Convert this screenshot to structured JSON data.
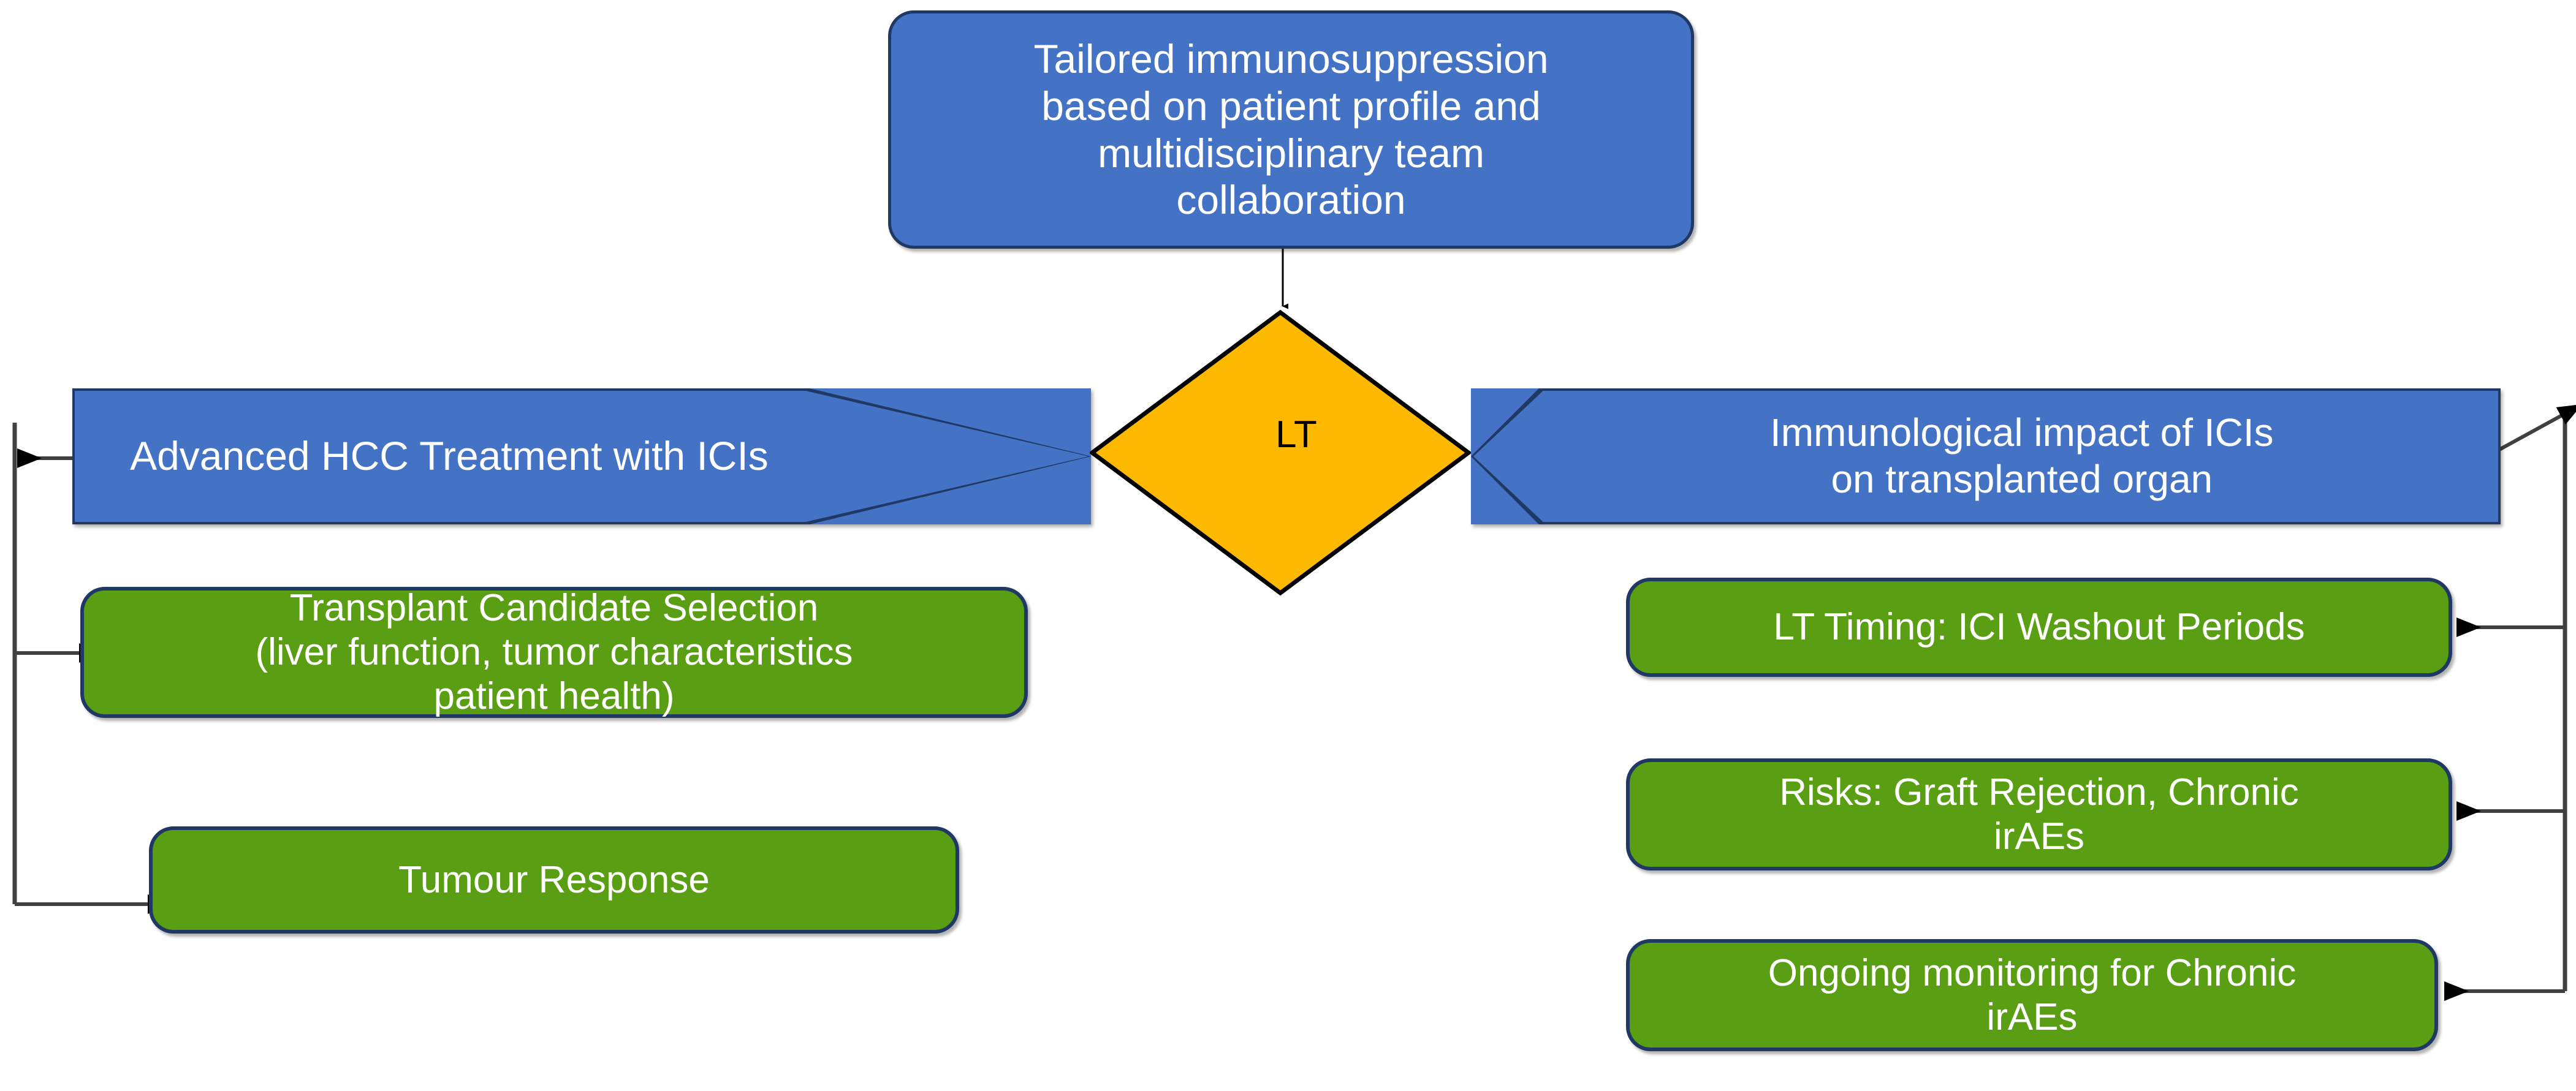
{
  "diagram": {
    "title": "Tailored immunosuppression / Liver Transplant and ICI flowchart",
    "colors": {
      "blue_fill": "#4472c4",
      "blue_border": "#1f3864",
      "green_fill": "#5a9e13",
      "green_border": "#1f3864",
      "diamond_fill": "#fcb900",
      "diamond_border": "#000000",
      "connector": "#404040",
      "text_on_fill": "#ffffff",
      "diamond_text": "#000000",
      "background": "#ffffff"
    },
    "nodes": {
      "top_box": {
        "label": "Tailored immunosuppression\nbased on patient profile and\nmultidisciplinary team\ncollaboration",
        "shape": "rounded-rectangle",
        "fill": "#4472c4"
      },
      "decision": {
        "label": "LT",
        "shape": "diamond",
        "fill": "#fcb900"
      },
      "left_banner": {
        "label": "Advanced HCC Treatment with  ICIs",
        "shape": "right-arrow-pentagon",
        "fill": "#4472c4"
      },
      "right_banner": {
        "label": "Immunological impact of ICIs\non transplanted organ",
        "shape": "left-arrow-pentagon",
        "fill": "#4472c4"
      },
      "left_items": [
        {
          "label": "Transplant Candidate Selection\n(liver function, tumor characteristics\npatient health)",
          "shape": "rounded-rectangle",
          "fill": "#5a9e13"
        },
        {
          "label": "Tumour Response",
          "shape": "rounded-rectangle",
          "fill": "#5a9e13"
        }
      ],
      "right_items": [
        {
          "label": "LT Timing: ICI Washout Periods",
          "shape": "rounded-rectangle",
          "fill": "#5a9e13"
        },
        {
          "label": "Risks: Graft Rejection, Chronic\nirAEs",
          "shape": "rounded-rectangle",
          "fill": "#5a9e13"
        },
        {
          "label": "Ongoing monitoring for Chronic\nirAEs",
          "shape": "rounded-rectangle",
          "fill": "#5a9e13"
        }
      ]
    },
    "connectors": [
      {
        "name": "top-box-to-decision",
        "from": "top_box",
        "to": "decision",
        "direction": "down",
        "arrowhead": "at-decision"
      },
      {
        "name": "left-banner-to-left-trunk",
        "from": "left_banner",
        "to": "left_trunk",
        "direction": "left",
        "arrowhead": "at-trunk"
      },
      {
        "name": "left-trunk-to-transplant-candidate-selection",
        "from": "left_trunk",
        "to": "left_items.0",
        "direction": "right",
        "arrowhead": "at-box"
      },
      {
        "name": "left-trunk-to-tumour-response",
        "from": "left_trunk",
        "to": "left_items.1",
        "direction": "right",
        "arrowhead": "at-box"
      },
      {
        "name": "right-banner-to-right-trunk",
        "from": "right_banner",
        "to": "right_trunk",
        "direction": "right",
        "arrowhead": "at-trunk"
      },
      {
        "name": "right-trunk-to-lt-timing",
        "from": "right_trunk",
        "to": "right_items.0",
        "direction": "left",
        "arrowhead": "at-box"
      },
      {
        "name": "right-trunk-to-risks",
        "from": "right_trunk",
        "to": "right_items.1",
        "direction": "left",
        "arrowhead": "at-box"
      },
      {
        "name": "right-trunk-to-ongoing-monitoring",
        "from": "right_trunk",
        "to": "right_items.2",
        "direction": "left",
        "arrowhead": "at-box"
      }
    ]
  }
}
